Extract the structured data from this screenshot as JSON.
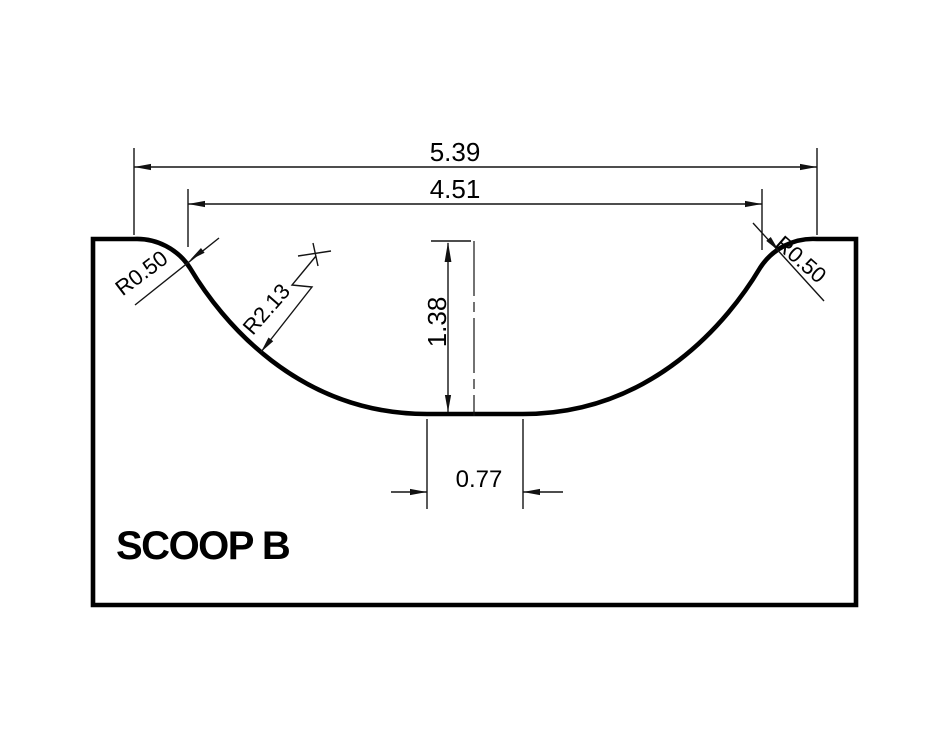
{
  "title": {
    "label": "SCOOP B"
  },
  "colors": {
    "ink": "#000000",
    "background": "#ffffff"
  },
  "dimensions": {
    "overall_width": {
      "label": "5.39"
    },
    "inner_width": {
      "label": "4.51"
    },
    "depth": {
      "label": "1.38"
    },
    "bottom_flat": {
      "label": "0.77"
    },
    "left_fillet": {
      "label": "R0.50"
    },
    "right_fillet": {
      "label": "R0.50"
    },
    "scoop_radius": {
      "label": "R2.13"
    }
  }
}
